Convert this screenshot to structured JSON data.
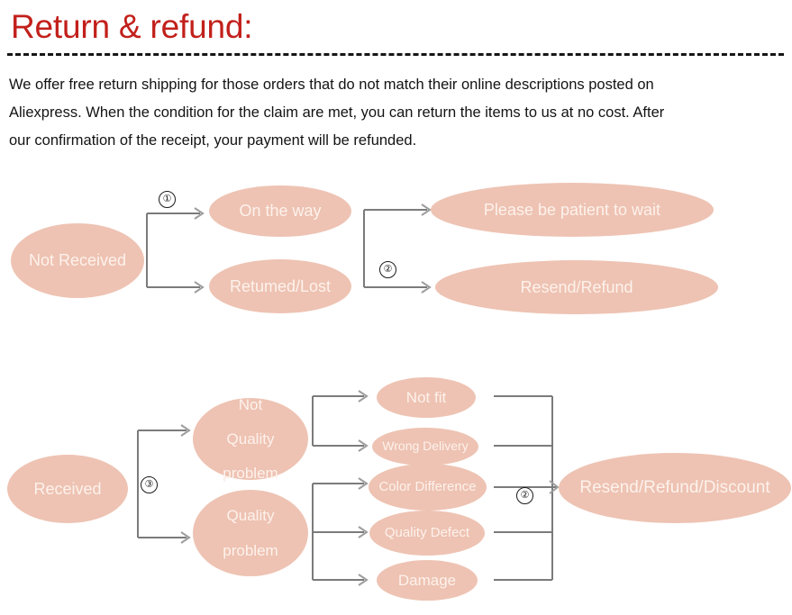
{
  "header": {
    "title": "Return & refund:",
    "title_color": "#c2201b",
    "divider_style": "dashed"
  },
  "intro": {
    "line1": "We offer free return shipping for  those orders that do not  match their online descriptions  posted on",
    "line2": "Aliexpress. When the condition for the claim are met, you can return the items to us at no cost. After",
    "line3": "our confirmation of the receipt, your payment will be refunded."
  },
  "theme": {
    "ellipse_fill": "#eec3b3",
    "ellipse_text": "#fdf2ec",
    "connector_stroke": "#7b7b7b",
    "arrowhead_stroke": "#9d9d9d",
    "circled_number_border": "#1b1b1b"
  },
  "flowchart_not_received": {
    "title": "Not Received flow",
    "nodes": {
      "start": "Not Received",
      "branch_a": "On the way",
      "branch_b": "Retumed/Lost",
      "outcome_a": "Please be patient to wait",
      "outcome_b": "Resend/Refund"
    },
    "markers": {
      "split": "①",
      "merge": "②"
    }
  },
  "flowchart_received": {
    "title": "Received flow",
    "nodes": {
      "start": "Received",
      "branch_a": "Not Quality problem",
      "branch_a_l1": "Not",
      "branch_a_l2": "Quality",
      "branch_a_l3": "problem",
      "branch_b": "Quality problem",
      "branch_b_l1": "Quality",
      "branch_b_l2": "problem",
      "reason_1": "Not fit",
      "reason_2": "Wrong Delivery",
      "reason_3": "Color Difference",
      "reason_4": "Quality Defect",
      "reason_5": "Damage",
      "outcome": "Resend/Refund/Discount"
    },
    "markers": {
      "split": "③",
      "merge": "②"
    }
  }
}
